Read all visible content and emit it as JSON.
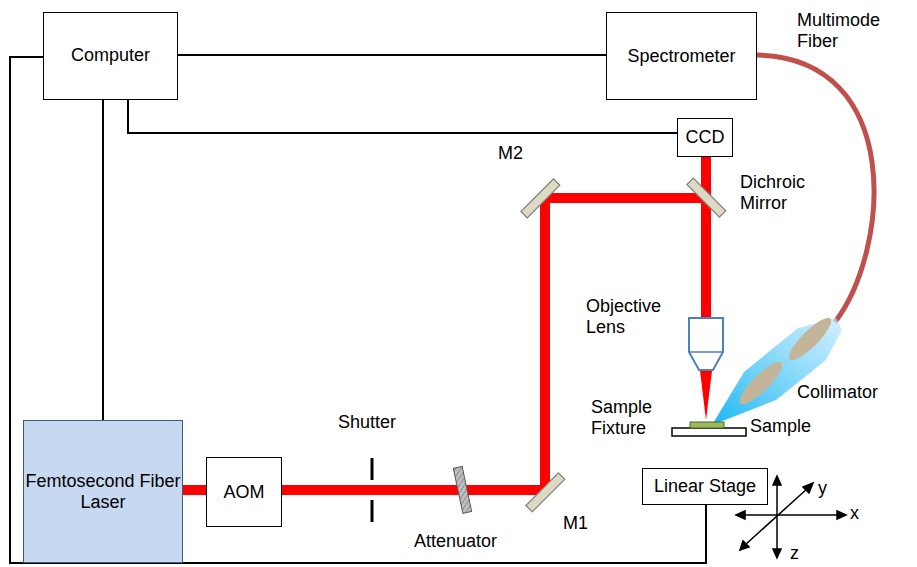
{
  "diagram": {
    "nodes": [
      {
        "text": [
          "Computer"
        ]
      },
      {
        "text": [
          "Spectrometer"
        ]
      },
      {
        "text": [
          "CCD"
        ]
      },
      {
        "text": [
          "Femtosecond Fiber Laser"
        ]
      },
      {
        "text": [
          "AOM"
        ]
      },
      {
        "text": [
          "Linear Stage"
        ]
      }
    ],
    "edges": [
      {
        "from": 0,
        "to": 1,
        "arrow": "none"
      },
      {
        "from": 0,
        "to": 2,
        "arrow": "none"
      },
      {
        "from": 0,
        "to": 3,
        "arrow": "none"
      },
      {
        "from": 3,
        "to": 4,
        "arrow": "none"
      },
      {
        "from": 0,
        "to": 5,
        "arrow": "none"
      }
    ],
    "labels": [
      "Multimode Fiber",
      "M2",
      "Dichroic Mirror",
      "Objective Lens",
      "Collimator",
      "Sample Fixture",
      "Sample",
      "Shutter",
      "Attenuator",
      "M1",
      "y",
      "x",
      "z"
    ]
  }
}
